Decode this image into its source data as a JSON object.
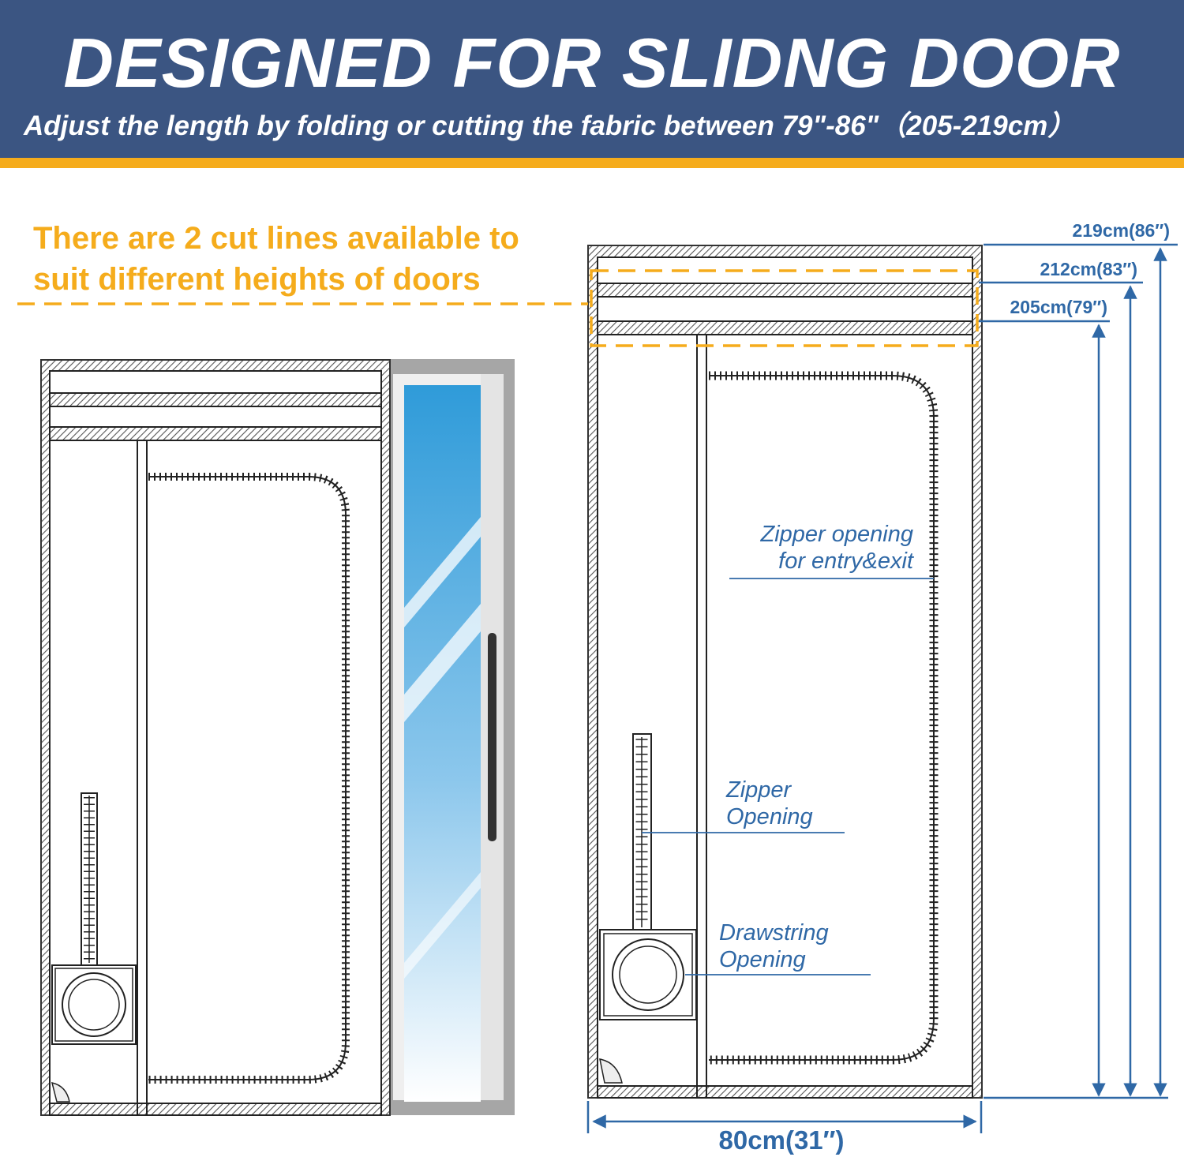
{
  "header": {
    "title": "DESIGNED FOR SLIDNG DOOR",
    "subtitle": "Adjust the length by folding or cutting the fabric between 79\"-86\"（205-219cm）"
  },
  "cut_note": {
    "line1": "There are 2 cut lines available to",
    "line2": "suit different heights of doors"
  },
  "labels": {
    "zipper_entry_line1": "Zipper opening",
    "zipper_entry_line2": "for entry&exit",
    "zipper_opening_line1": "Zipper",
    "zipper_opening_line2": "Opening",
    "drawstring_line1": "Drawstring",
    "drawstring_line2": "Opening"
  },
  "dimensions": {
    "height_219": "219cm(86″)",
    "height_212": "212cm(83″)",
    "height_205": "205cm(79″)",
    "width_80": "80cm(31″)"
  },
  "colors": {
    "banner": "#3b5582",
    "accent": "#f5ac1c",
    "label_blue": "#2f68a6",
    "glass_top": "#2f9bd9",
    "glass_bottom": "#ffffff"
  }
}
